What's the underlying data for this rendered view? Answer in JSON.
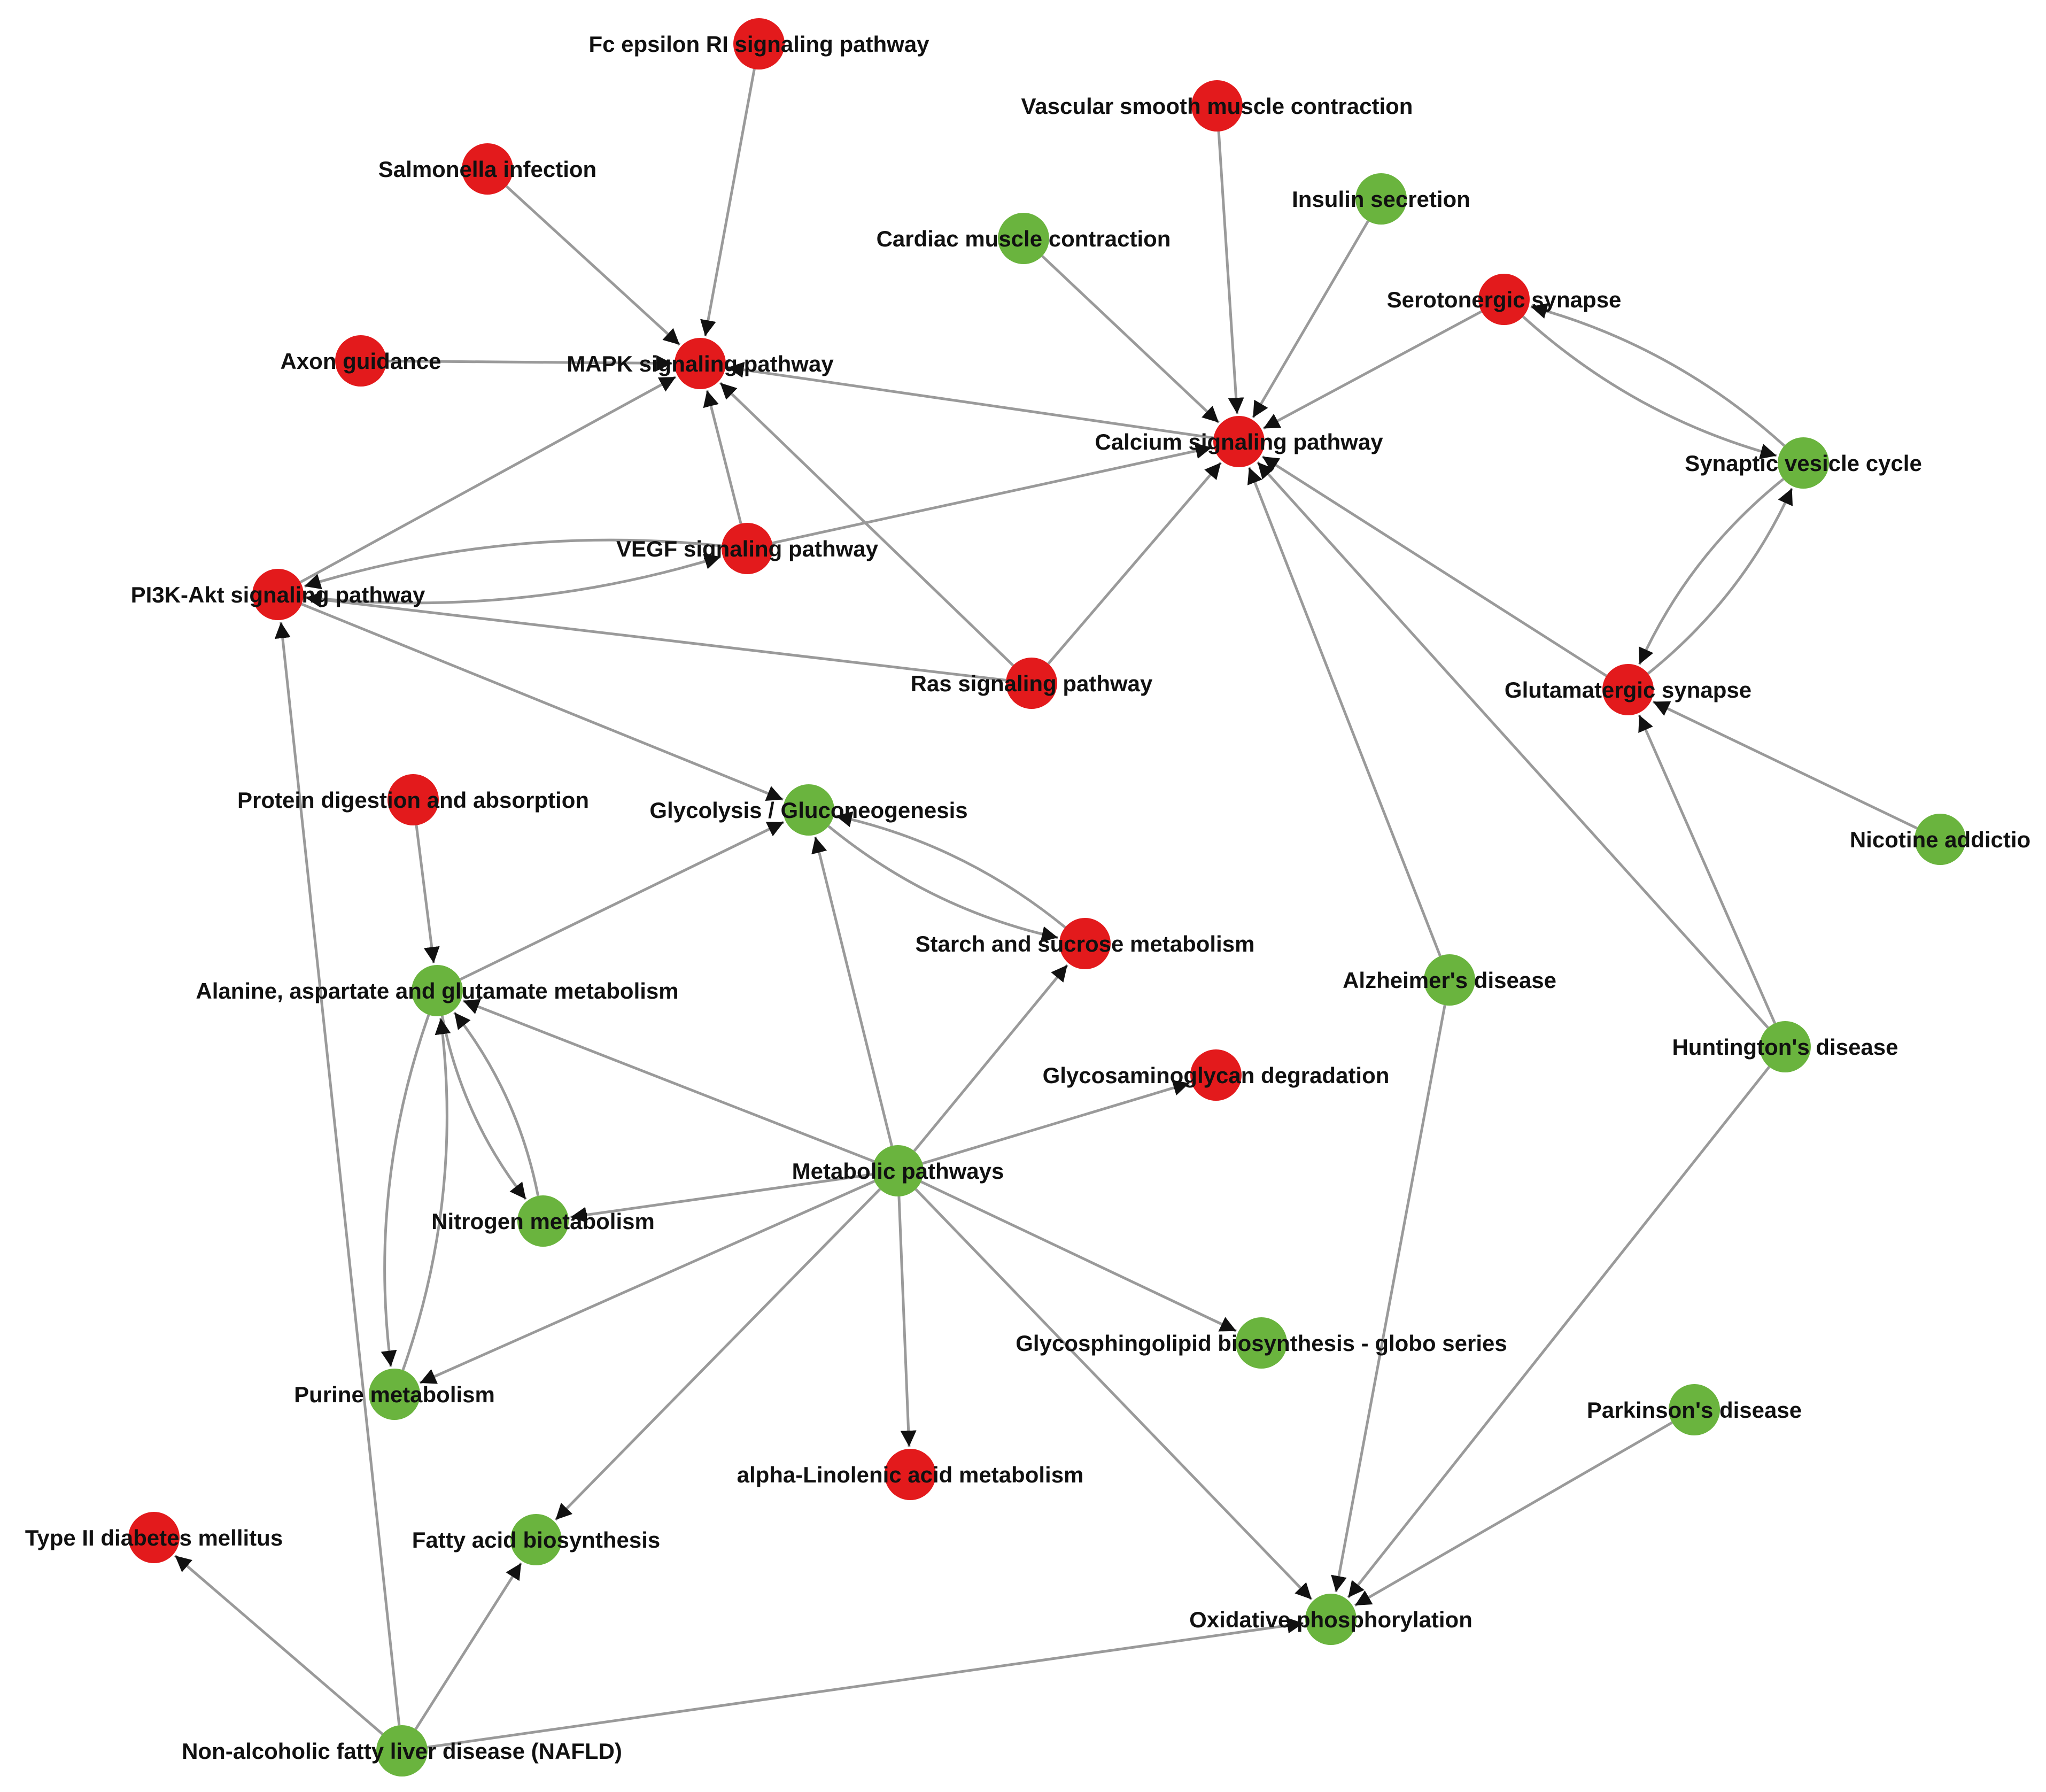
{
  "colors": {
    "red": "#e31a1c",
    "green": "#6ab43e",
    "edge": "#9a9a9a",
    "label": "#111111"
  },
  "nodes": [
    {
      "id": "fc",
      "label": "Fc epsilon RI signaling pathway",
      "color": "red"
    },
    {
      "id": "vsmc",
      "label": "Vascular smooth muscle contraction",
      "color": "red"
    },
    {
      "id": "salm",
      "label": "Salmonella infection",
      "color": "red"
    },
    {
      "id": "ins",
      "label": "Insulin secretion",
      "color": "green"
    },
    {
      "id": "card",
      "label": "Cardiac muscle contraction",
      "color": "green"
    },
    {
      "id": "sero",
      "label": "Serotonergic synapse",
      "color": "red"
    },
    {
      "id": "axon",
      "label": "Axon guidance",
      "color": "red"
    },
    {
      "id": "mapk",
      "label": "MAPK signaling pathway",
      "color": "red"
    },
    {
      "id": "calc",
      "label": "Calcium signaling pathway",
      "color": "red"
    },
    {
      "id": "syn",
      "label": "Synaptic vesicle cycle",
      "color": "green"
    },
    {
      "id": "vegf",
      "label": "VEGF signaling pathway",
      "color": "red"
    },
    {
      "id": "pi3k",
      "label": "PI3K-Akt signaling pathway",
      "color": "red"
    },
    {
      "id": "ras",
      "label": "Ras signaling pathway",
      "color": "red"
    },
    {
      "id": "glu",
      "label": "Glutamatergic synapse",
      "color": "red"
    },
    {
      "id": "prot",
      "label": "Protein digestion and absorption",
      "color": "red"
    },
    {
      "id": "glyc",
      "label": "Glycolysis / Gluconeogenesis",
      "color": "green"
    },
    {
      "id": "nic",
      "label": "Nicotine addictio",
      "color": "green"
    },
    {
      "id": "starch",
      "label": "Starch and sucrose metabolism",
      "color": "red"
    },
    {
      "id": "ala",
      "label": "Alanine, aspartate and glutamate metabolism",
      "color": "green"
    },
    {
      "id": "alz",
      "label": "Alzheimer's disease",
      "color": "green"
    },
    {
      "id": "hunt",
      "label": "Huntington's disease",
      "color": "green"
    },
    {
      "id": "gag",
      "label": "Glycosaminoglycan degradation",
      "color": "red"
    },
    {
      "id": "met",
      "label": "Metabolic pathways",
      "color": "green"
    },
    {
      "id": "nit",
      "label": "Nitrogen metabolism",
      "color": "green"
    },
    {
      "id": "gsl",
      "label": "Glycosphingolipid biosynthesis - globo series",
      "color": "green"
    },
    {
      "id": "pur",
      "label": "Purine metabolism",
      "color": "green"
    },
    {
      "id": "park",
      "label": "Parkinson's disease",
      "color": "green"
    },
    {
      "id": "alin",
      "label": "alpha-Linolenic acid metabolism",
      "color": "red"
    },
    {
      "id": "t2d",
      "label": "Type II diabetes mellitus",
      "color": "red"
    },
    {
      "id": "fab",
      "label": "Fatty acid biosynthesis",
      "color": "green"
    },
    {
      "id": "oxp",
      "label": "Oxidative phosphorylation",
      "color": "green"
    },
    {
      "id": "nafld",
      "label": "Non-alcoholic fatty liver disease (NAFLD)",
      "color": "green"
    }
  ],
  "edges": [
    {
      "from": "fc",
      "to": "mapk"
    },
    {
      "from": "salm",
      "to": "mapk"
    },
    {
      "from": "axon",
      "to": "mapk"
    },
    {
      "from": "vegf",
      "to": "mapk"
    },
    {
      "from": "ras",
      "to": "mapk"
    },
    {
      "from": "pi3k",
      "to": "mapk"
    },
    {
      "from": "calc",
      "to": "mapk"
    },
    {
      "from": "vsmc",
      "to": "calc"
    },
    {
      "from": "card",
      "to": "calc"
    },
    {
      "from": "ins",
      "to": "calc"
    },
    {
      "from": "sero",
      "to": "calc"
    },
    {
      "from": "vegf",
      "to": "calc"
    },
    {
      "from": "ras",
      "to": "calc"
    },
    {
      "from": "glu",
      "to": "calc"
    },
    {
      "from": "alz",
      "to": "calc"
    },
    {
      "from": "hunt",
      "to": "calc"
    },
    {
      "from": "sero",
      "to": "syn",
      "curve": 1
    },
    {
      "from": "syn",
      "to": "sero",
      "curve": 1
    },
    {
      "from": "syn",
      "to": "glu",
      "curve": 1
    },
    {
      "from": "glu",
      "to": "syn",
      "curve": 1
    },
    {
      "from": "nic",
      "to": "glu"
    },
    {
      "from": "hunt",
      "to": "glu"
    },
    {
      "from": "pi3k",
      "to": "vegf",
      "curve": 1
    },
    {
      "from": "vegf",
      "to": "pi3k",
      "curve": 1
    },
    {
      "from": "ras",
      "to": "pi3k"
    },
    {
      "from": "nafld",
      "to": "pi3k"
    },
    {
      "from": "pi3k",
      "to": "glyc"
    },
    {
      "from": "prot",
      "to": "ala"
    },
    {
      "from": "ala",
      "to": "glyc"
    },
    {
      "from": "glyc",
      "to": "starch",
      "curve": 1
    },
    {
      "from": "starch",
      "to": "glyc",
      "curve": 1
    },
    {
      "from": "met",
      "to": "glyc"
    },
    {
      "from": "met",
      "to": "starch"
    },
    {
      "from": "met",
      "to": "ala"
    },
    {
      "from": "met",
      "to": "gag"
    },
    {
      "from": "met",
      "to": "nit"
    },
    {
      "from": "met",
      "to": "pur"
    },
    {
      "from": "met",
      "to": "gsl"
    },
    {
      "from": "met",
      "to": "alin"
    },
    {
      "from": "met",
      "to": "fab"
    },
    {
      "from": "met",
      "to": "oxp"
    },
    {
      "from": "ala",
      "to": "nit",
      "curve": 1
    },
    {
      "from": "nit",
      "to": "ala",
      "curve": 1
    },
    {
      "from": "ala",
      "to": "pur",
      "curve": 1
    },
    {
      "from": "pur",
      "to": "ala",
      "curve": 1
    },
    {
      "from": "alz",
      "to": "oxp"
    },
    {
      "from": "hunt",
      "to": "oxp"
    },
    {
      "from": "park",
      "to": "oxp"
    },
    {
      "from": "nafld",
      "to": "oxp"
    },
    {
      "from": "nafld",
      "to": "t2d"
    },
    {
      "from": "nafld",
      "to": "fab"
    }
  ]
}
